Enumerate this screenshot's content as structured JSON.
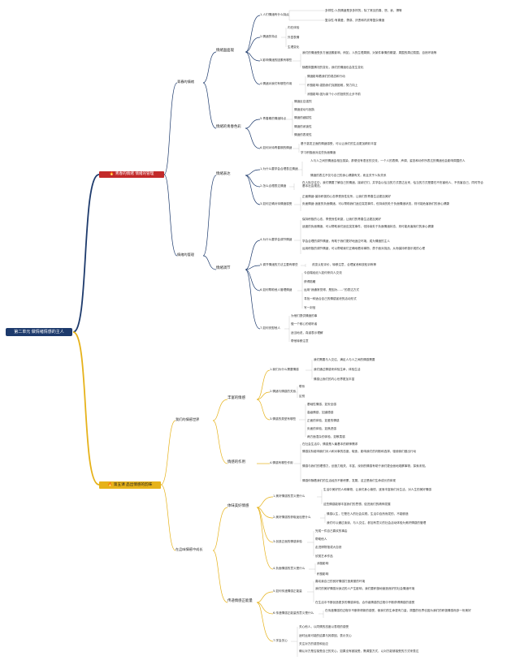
{
  "root": "第二单元 做情绪情感的主人",
  "branch1": "青春的情绪 情绪的管理",
  "branch2": "第五课 品出情感的韵味",
  "b1": {
    "c1": "青春的情绪",
    "c1a": "情绪面面观",
    "c1a1": "1.人们情绪有什么特点",
    "c1a1a": "多样性:人的情绪是多多样的，除了常见的喜、怒、哀、惧等",
    "c1a1b": "复杂性:有喜爱、羡慕、厌恶和内疚等复杂情绪",
    "c1a2": "2.情绪的特点",
    "c1a2a": "内在体验",
    "c1a2b": "外显表情",
    "c1a2c": "生理变化",
    "c1a3": "3.影响情绪的因素有哪些",
    "c1a3a": "我们的情绪受多方面因素影响，例如，人的生理周期，对某件事情的期望，周围的周边氛围，自然环境等",
    "c1a3b": "随着周围情况的变化，我们的情绪也会发生变化",
    "c1a4": "4.情绪对我们有哪些作用",
    "c1a4a": "情绪影响着我们的观念和行动",
    "c1a4b": "积极影响:激励我们克服困难，努力向上",
    "c1a4c": "消极影响:因为某个小小的挫败的止步不前",
    "c1b": "情绪的青春色彩",
    "c1b1": "5.青春期的情绪特点",
    "c1b1a": "情绪反应强烈",
    "c1b1b": "情绪波动与固执",
    "c1b1c": "情绪的细腻性",
    "c1b1d": "情绪的闭锁性",
    "c1b1e": "情绪的表现性",
    "c1b2": "6.如何对待青春期的情绪",
    "c1b2a": "基于激发正面的情绪感受，可以让我们的生活更加精彩丰富",
    "c1b2b": "学习积极面对这些负面情绪",
    "c2": "情绪的管理",
    "c2a": "情绪表达",
    "c2a1": "1.为什么要学会合理表达情绪",
    "c2a1a": "人与人之间的情绪会相互感染，那便没有语言的交流，一个人的表情，声调、姿态和动作所表达的情绪也会影响周围的人",
    "c2a1b": "情绪的表达不仅与自己的身心健康有关，而且关乎人际关系",
    "c2a2": "2.怎么合理表达情绪",
    "c2a2a": "在人际交往中，我们需要了解自己的情绪，接纳它们，并学会以恰当的方式表达出来，恰当的方式是要在不伤害他人、不伤害自己，同时符合基本社会规范。",
    "c2a3": "3.如何正确对待情绪感受",
    "c2a3a": "正面情绪:保持积极的心态享受良性处所，让我们的青春生活更加美好",
    "c2a3b": "负面情绪:适度的负面情绪，可以帮助我们适应突发事件，但持续的处于负面情绪状态，则可能危害我们的身心健康",
    "c2b": "情绪调节",
    "c2b1": "4.为什么要学会调节情绪",
    "c2b1a": "保持积极的心态，享受良性刺激，让我们的青春生活更加美好",
    "c2b1b": "适度的负面情绪，可以帮助我们适应突发事件，但持续处于负面情绪状态，则可能危害我们的身心健康",
    "c2b1c": "学会合理的调节情绪，有助于我们更好地适应环境，成为情绪的主人",
    "c2b1d": "运用积极的调节情绪，可以帮助我们正确地看待事物，勇于面对挑战，从而保持积极乐观的心理",
    "c2b2": "5.调节情绪的方法主要有哪些",
    "c2b2a": "改变认知评价，转移注意，合理宣泄和放松训练等",
    "c2b3": "6.如何帮助他人管理情绪",
    "c2b3a": "今自喘经纪人如何来向人交流",
    "c2b3b": "获得陪暖",
    "c2b3c": "运用\"我通常觉得，是因为……\"的表达方式",
    "c2b3d": "寻找一种适合自己的情感宣泄的活动形式",
    "c2b3e": "写一封信",
    "c2b4": "7.如何安慰他人",
    "c2b4a": "为他们提供情绪的事",
    "c2b4b": "做一个耐心的倾听者",
    "c2b4c": "适当地说，真诚表示理解",
    "c2b4d": "帮他转移注意"
  },
  "b2": {
    "d1": "我们的情感世界",
    "d1a": "丰富的情感",
    "d1a1": "1.我们为什么需要情感",
    "d1a1a": "我们需要与人交往，满足人与人之间的情感需要",
    "d1a1b": "我们通过情感来体验生命，体验生活",
    "d1a1c": "情感让我们的内心世界更加丰富",
    "d1a2": "2.情绪与情感的关系",
    "d1a2a": "联系",
    "d1a2b": "区别",
    "d1a3": "3.情感的类型有哪些",
    "d1a3a": "基础性情感，如安全感",
    "d1a3b": "高级情感，如道德感",
    "d1a3c": "正面的体验，如爱的情感",
    "d1a3d": "负面的体验，如焦虑感",
    "d1a3e": "两方面混杂的体验，如敬畏感",
    "d1b": "情感的作用",
    "d1b1": "4.情感有哪些作用",
    "d1b1a": "在社会生活中，情感是人最基本的精神需求",
    "d1b1b": "情感实际影响我们对人和对事的态度，取舍，影响我们的判断和选择，驱使我们做出行动",
    "d1b1c": "情感与我们的理想力，创造力相关，丰富、深刻的情感有助于我们更全面地观察事物，探索未知。",
    "d1b1d": "情感伴随着我们的生活经历不断积累，发展，这正是我们生命成长的体现",
    "d2": "在品味情感中成长",
    "d2a": "体味美好情感",
    "d2a1": "1.美好情感的意义是什么",
    "d2a1a": "生活中美好的人和事物，让我们身心愉悦，逐渐丰富我们对生活，对人生的美好情感",
    "d2a1b": "这些情感能够丰富我们的思想，促进我们的精神发展",
    "d2a2": "2.美好情感的获取途径是什么",
    "d2a2a": "情感以生，它是在人的社会实践，生活中自然而发的，不能够造",
    "d2a2b": "我们可以通过读读，与人交往，参加有意义的社会活动体验为美好情感的管理",
    "d2a3": "3.创造正面的情感体验",
    "d2a3a": "完成一件自己喜欢的事由",
    "d2a3b": "帮助他人",
    "d2a3c": "走进博物馆或大自然",
    "d2a3d": "欣赏艺术作品",
    "d2a4": "4.负面情感的意义是什么",
    "d2a4a": "消极影响",
    "d2a4b": "积极影响",
    "d2b": "传递情感正能量",
    "d2b1": "5.如何传递情感正能量",
    "d2b1a": "喜欢我自己的良好情感打造美丽的环境",
    "d2b1b": "我们的美好情感对身边的人产生影响，我们要积极地营造良好的社会情绪环境",
    "d2b1c": "在生活中不断创造更多的情感体验，合作者情感的过程中不断获得情感的感受",
    "d2b2": "6.传递情感正能量的意义是什么",
    "d2b2a": "在传递情感的过程中不断获得新的感受，使我们的生命更有力量，周围的世界也因为我们的积极情感而多一份美好",
    "d2b3": "7.学会关心",
    "d2b3a": "关心他人，以同情的态度以表现的感受",
    "d2b3b": "适时运用可能的结果与其原因，表示关心",
    "d2b3c": "关注对方的感觉和反应",
    "d2b3d": "确认对方是否接受自己的关心，如果没有被接受，需调整方式，以对方能够接受的方式来表达"
  }
}
